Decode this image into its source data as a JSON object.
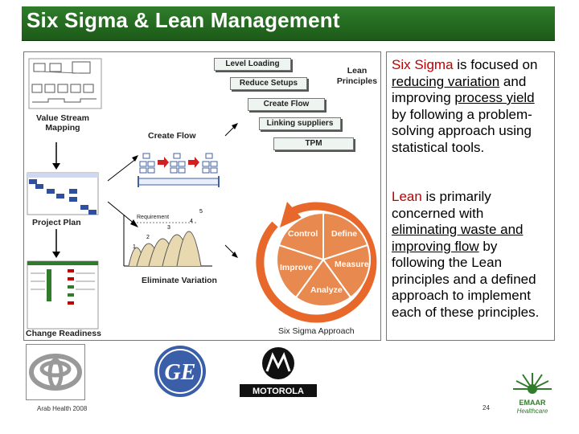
{
  "slide": {
    "title": "Six Sigma & Lean Management",
    "footer_left": "Arab Health 2008",
    "page_number": "24"
  },
  "diagram": {
    "lean_boxes": [
      "Level Loading",
      "Reduce Setups",
      "Create Flow",
      "Linking suppliers",
      "TPM"
    ],
    "lean_principles": "Lean Principles",
    "value_stream_mapping": "Value Stream Mapping",
    "create_flow": "Create Flow",
    "project_plan": "Project Plan",
    "requirement": "Requirement",
    "eliminate_variation": "Eliminate Variation",
    "change_readiness": "Change Readiness",
    "six_sigma_approach": "Six Sigma Approach",
    "dmaic": [
      "Define",
      "Measure",
      "Analyze",
      "Improve",
      "Control"
    ]
  },
  "text": {
    "six_sigma": {
      "term": "Six Sigma",
      "part1": " is focused on ",
      "underline1": "reducing variation",
      "part2": " and improving ",
      "underline2": "process yield",
      "part3": " by following a problem-solving approach using statistical tools."
    },
    "lean": {
      "term": "Lean",
      "part1": " is primarily concerned with ",
      "underline1": "eliminating waste and improving flow",
      "part2": " by following the Lean principles and a defined approach to implement each of these principles."
    }
  },
  "logos": {
    "toyota": "toyota-logo",
    "ge": "GE",
    "motorola": "MOTOROLA",
    "emaar_line1": "EMAAR",
    "emaar_line2": "Healthcare"
  },
  "colors": {
    "title_bar": "#1c5a18",
    "highlight_red": "#c00000",
    "dmaic_orange": "#e8672a"
  }
}
